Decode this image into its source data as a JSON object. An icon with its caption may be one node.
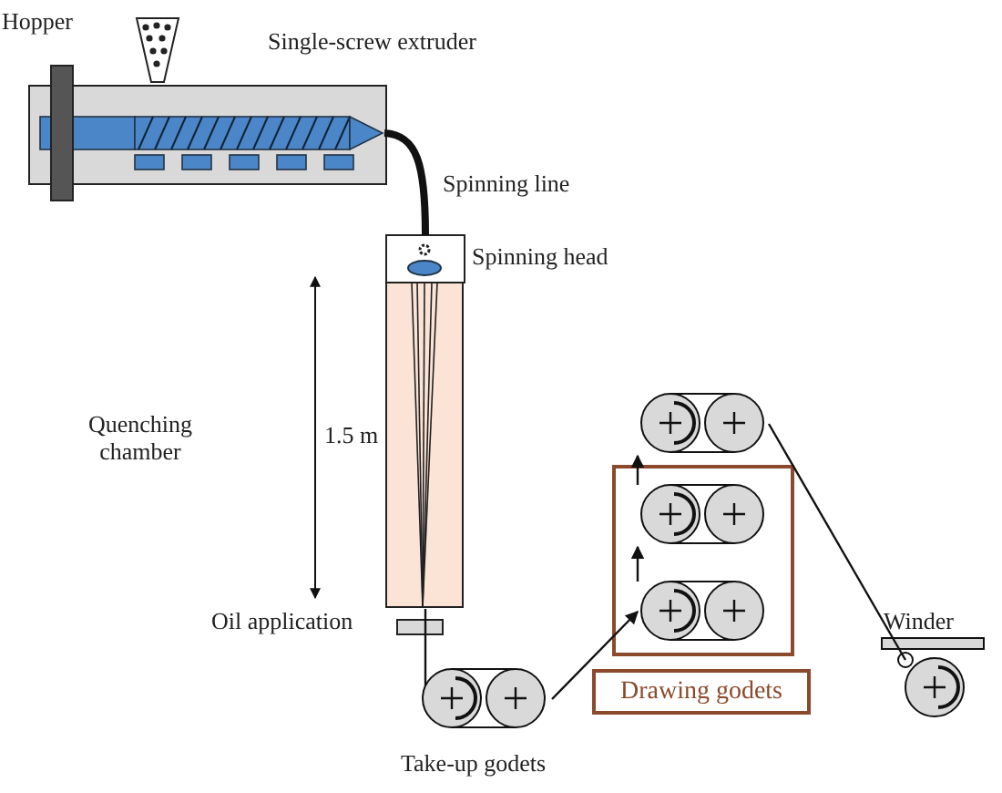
{
  "diagram": {
    "nodes": [
      {
        "text": [],
        "shape": "box"
      },
      {
        "text": [],
        "shape": "box"
      },
      {
        "text": [],
        "shape": "box"
      },
      {
        "text": [],
        "shape": "roller",
        "beside": [
          "Take-up godets"
        ]
      },
      {
        "text": [],
        "shape": "roller"
      },
      {
        "text": [
          "Drawing godets"
        ]
      },
      {
        "text": [],
        "shape": "roller",
        "in": 5
      },
      {
        "text": [],
        "shape": "roller",
        "in": 5
      },
      {
        "text": [],
        "shape": "roller",
        "beside": [
          "Winder"
        ]
      }
    ],
    "edges": [
      {
        "from": 0,
        "to": 1,
        "arrow": "none",
        "style": "thick"
      },
      {
        "from": 2,
        "to": 3,
        "arrow": "none"
      },
      {
        "from": 3,
        "to": 7,
        "arrow": "to"
      },
      {
        "from": 7,
        "to": 6,
        "arrow": "to"
      },
      {
        "from": 6,
        "to": 4,
        "arrow": "to"
      },
      {
        "from": 4,
        "to": 8,
        "arrow": "none"
      }
    ],
    "labels": [
      "Hopper",
      "Single-screw extruder",
      "Spinning line",
      "Spinning head",
      "Quenching chamber",
      "1.5 m",
      "Oil application"
    ]
  }
}
